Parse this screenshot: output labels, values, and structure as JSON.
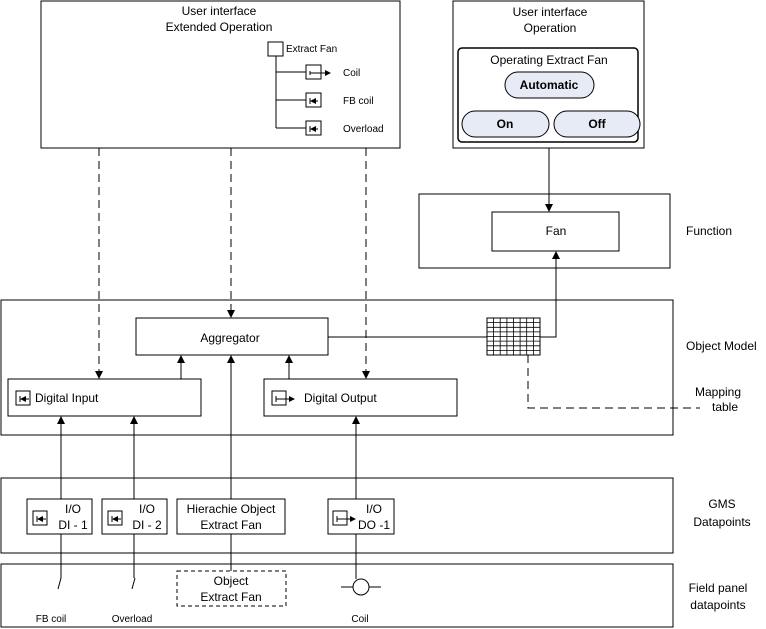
{
  "ui_extended": {
    "title_line1": "User interface",
    "title_line2": "Extended Operation",
    "tree_root": "Extract Fan",
    "tree_items": [
      "Coil",
      "FB coil",
      "Overload"
    ]
  },
  "ui_operation": {
    "title_line1": "User interface",
    "title_line2": "Operation",
    "panel_title": "Operating Extract Fan",
    "automatic_label": "Automatic",
    "on_label": "On",
    "off_label": "Off"
  },
  "function": {
    "fan_label": "Fan",
    "layer_label": "Function"
  },
  "object_model": {
    "aggregator_label": "Aggregator",
    "digital_input_label": "Digital Input",
    "digital_output_label": "Digital Output",
    "layer_label": "Object Model",
    "mapping_line1": "Mapping",
    "mapping_line2": "table"
  },
  "gms": {
    "layer_line1": "GMS",
    "layer_line2": "Datapoints",
    "dp1_line1": "I/O",
    "dp1_line2": "DI - 1",
    "dp2_line1": "I/O",
    "dp2_line2": "DI - 2",
    "hier_line1": "Hierachie Object",
    "hier_line2": "Extract Fan",
    "dp3_line1": "I/O",
    "dp3_line2": "DO -1"
  },
  "field": {
    "layer_line1": "Field panel",
    "layer_line2": "datapoints",
    "fb_coil_label": "FB coil",
    "overload_label": "Overload",
    "object_line1": "Object",
    "object_line2": "Extract Fan",
    "coil_label": "Coil"
  }
}
